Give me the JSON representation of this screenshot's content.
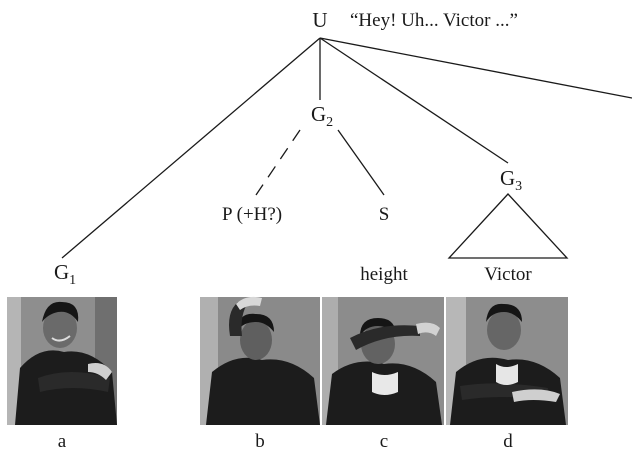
{
  "tree": {
    "root": {
      "label": "U",
      "quote": "“Hey! Uh... Victor ...”"
    },
    "g1": {
      "base": "G",
      "sub": "1"
    },
    "g2": {
      "base": "G",
      "sub": "2"
    },
    "g3": {
      "base": "G",
      "sub": "3"
    },
    "p": {
      "label": "P (+H?)"
    },
    "s": {
      "label": "S"
    },
    "s_leaf": {
      "label": "height"
    },
    "g3_leaf": {
      "label": "Victor"
    }
  },
  "photos": [
    {
      "label": "a",
      "description": "man smiling, arms crossed over chest"
    },
    {
      "label": "b",
      "description": "man raising arm above head"
    },
    {
      "label": "c",
      "description": "man holding arm out at head height"
    },
    {
      "label": "d",
      "description": "man holding arm out low, palm down"
    }
  ],
  "colors": {
    "ink": "#1a1a1a",
    "photo_dark": "#1c1c1c",
    "photo_wall": "#9a9a9a"
  }
}
